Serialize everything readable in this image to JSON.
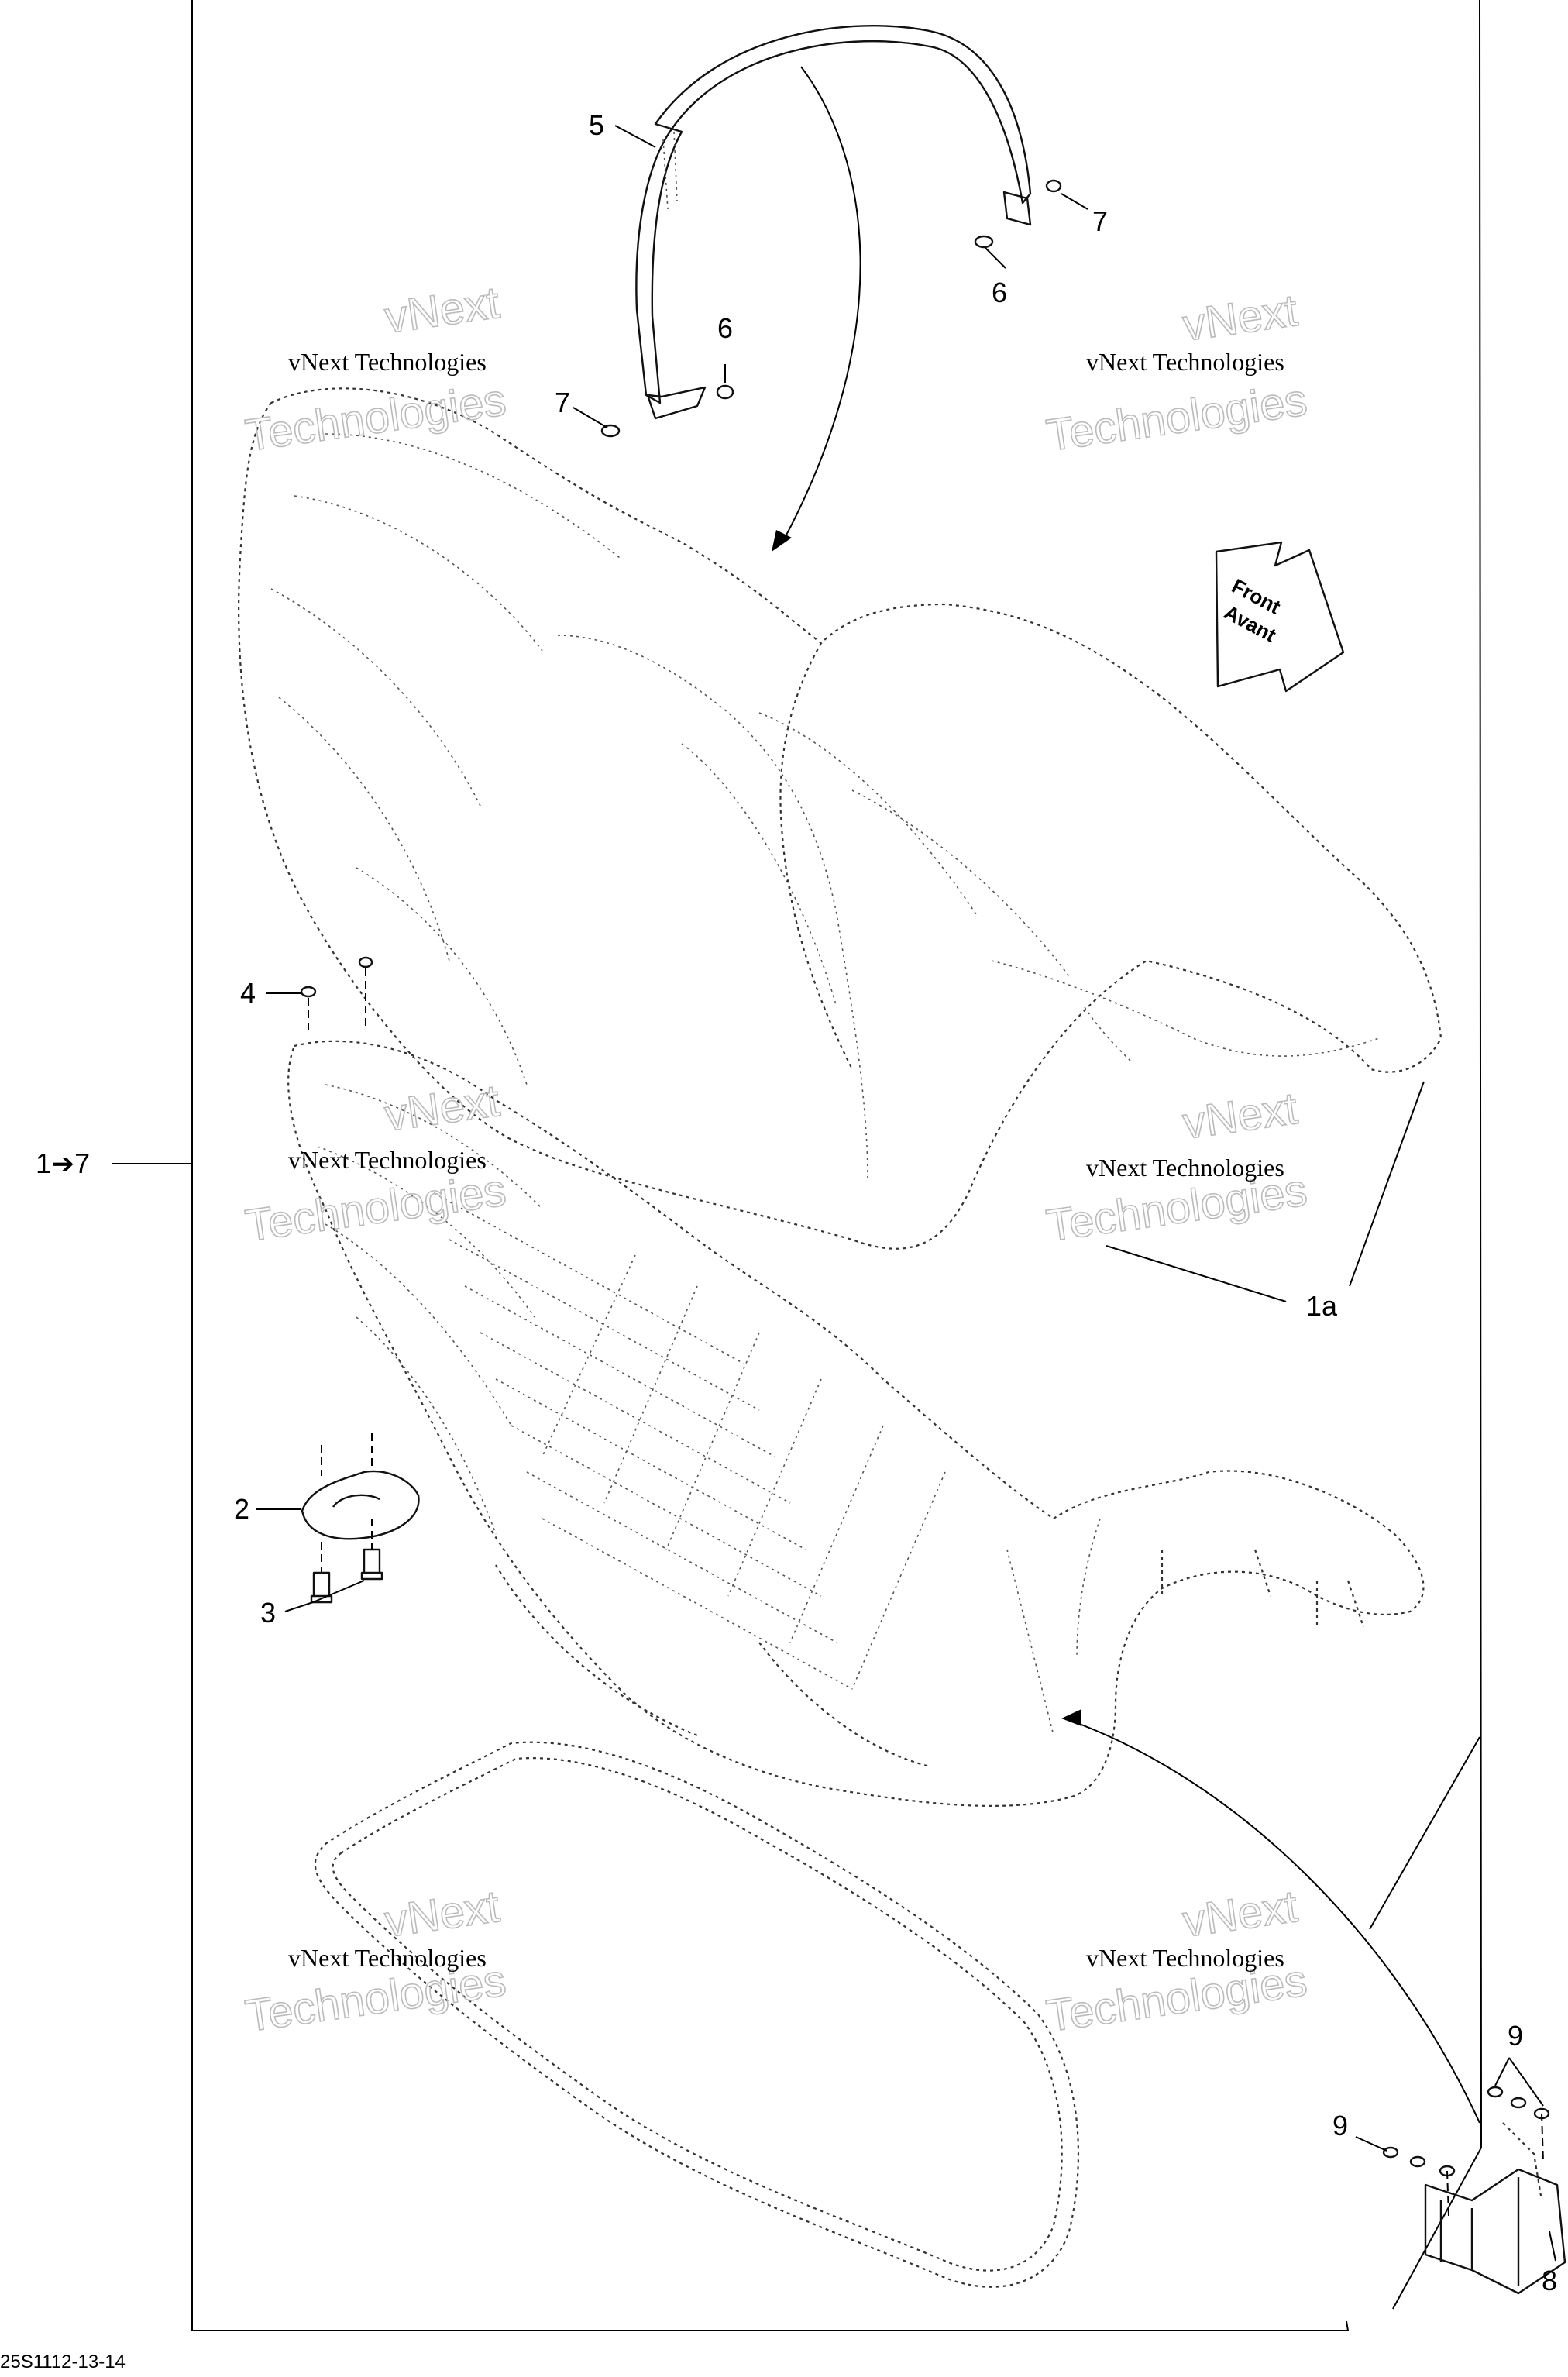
{
  "callouts": {
    "c5": "5",
    "c7_top": "7",
    "c6_top": "6",
    "c6_left": "6",
    "c7_left": "7",
    "c4": "4",
    "c1to7": "1➔7",
    "c1a": "1a",
    "c2": "2",
    "c3": "3",
    "c9_right": "9",
    "c9_left": "9",
    "c8": "8"
  },
  "direction_arrow": {
    "line1": "Front",
    "line2": "Avant"
  },
  "watermark": {
    "line1": "vNext Technologies",
    "line2": "Technologies",
    "line3": "vNext"
  },
  "document_id": "25S1112-13-14"
}
